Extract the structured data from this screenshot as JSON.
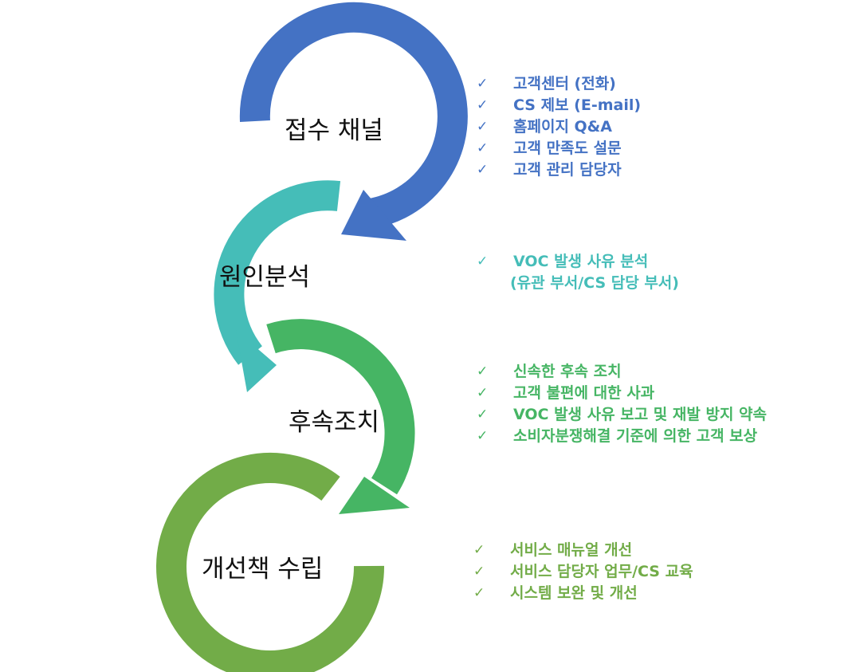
{
  "colors": {
    "stage1": "#4472C4",
    "stage2": "#45BDB8",
    "stage3": "#46B564",
    "stage4": "#72AC48"
  },
  "check_icon": "check-icon",
  "stages": [
    {
      "label": "접수 채널",
      "items": [
        "고객센터 (전화)",
        "CS 제보 (E-mail)",
        "홈페이지 Q&A",
        "고객 만족도 설문",
        "고객 관리 담당자"
      ]
    },
    {
      "label": "원인분석",
      "items": [
        "VOC 발생 사유 분석"
      ],
      "continuation": "(유관 부서/CS 담당 부서)"
    },
    {
      "label": "후속조치",
      "items": [
        "신속한 후속 조치",
        "고객 불편에 대한 사과",
        "VOC 발생 사유 보고 및 재발 방지 약속",
        "소비자분쟁해결 기준에 의한 고객 보상"
      ]
    },
    {
      "label": "개선책 수립",
      "items": [
        "서비스 매뉴얼 개선",
        "서비스 담당자 업무/CS 교육",
        "시스템 보완 및 개선"
      ]
    }
  ]
}
